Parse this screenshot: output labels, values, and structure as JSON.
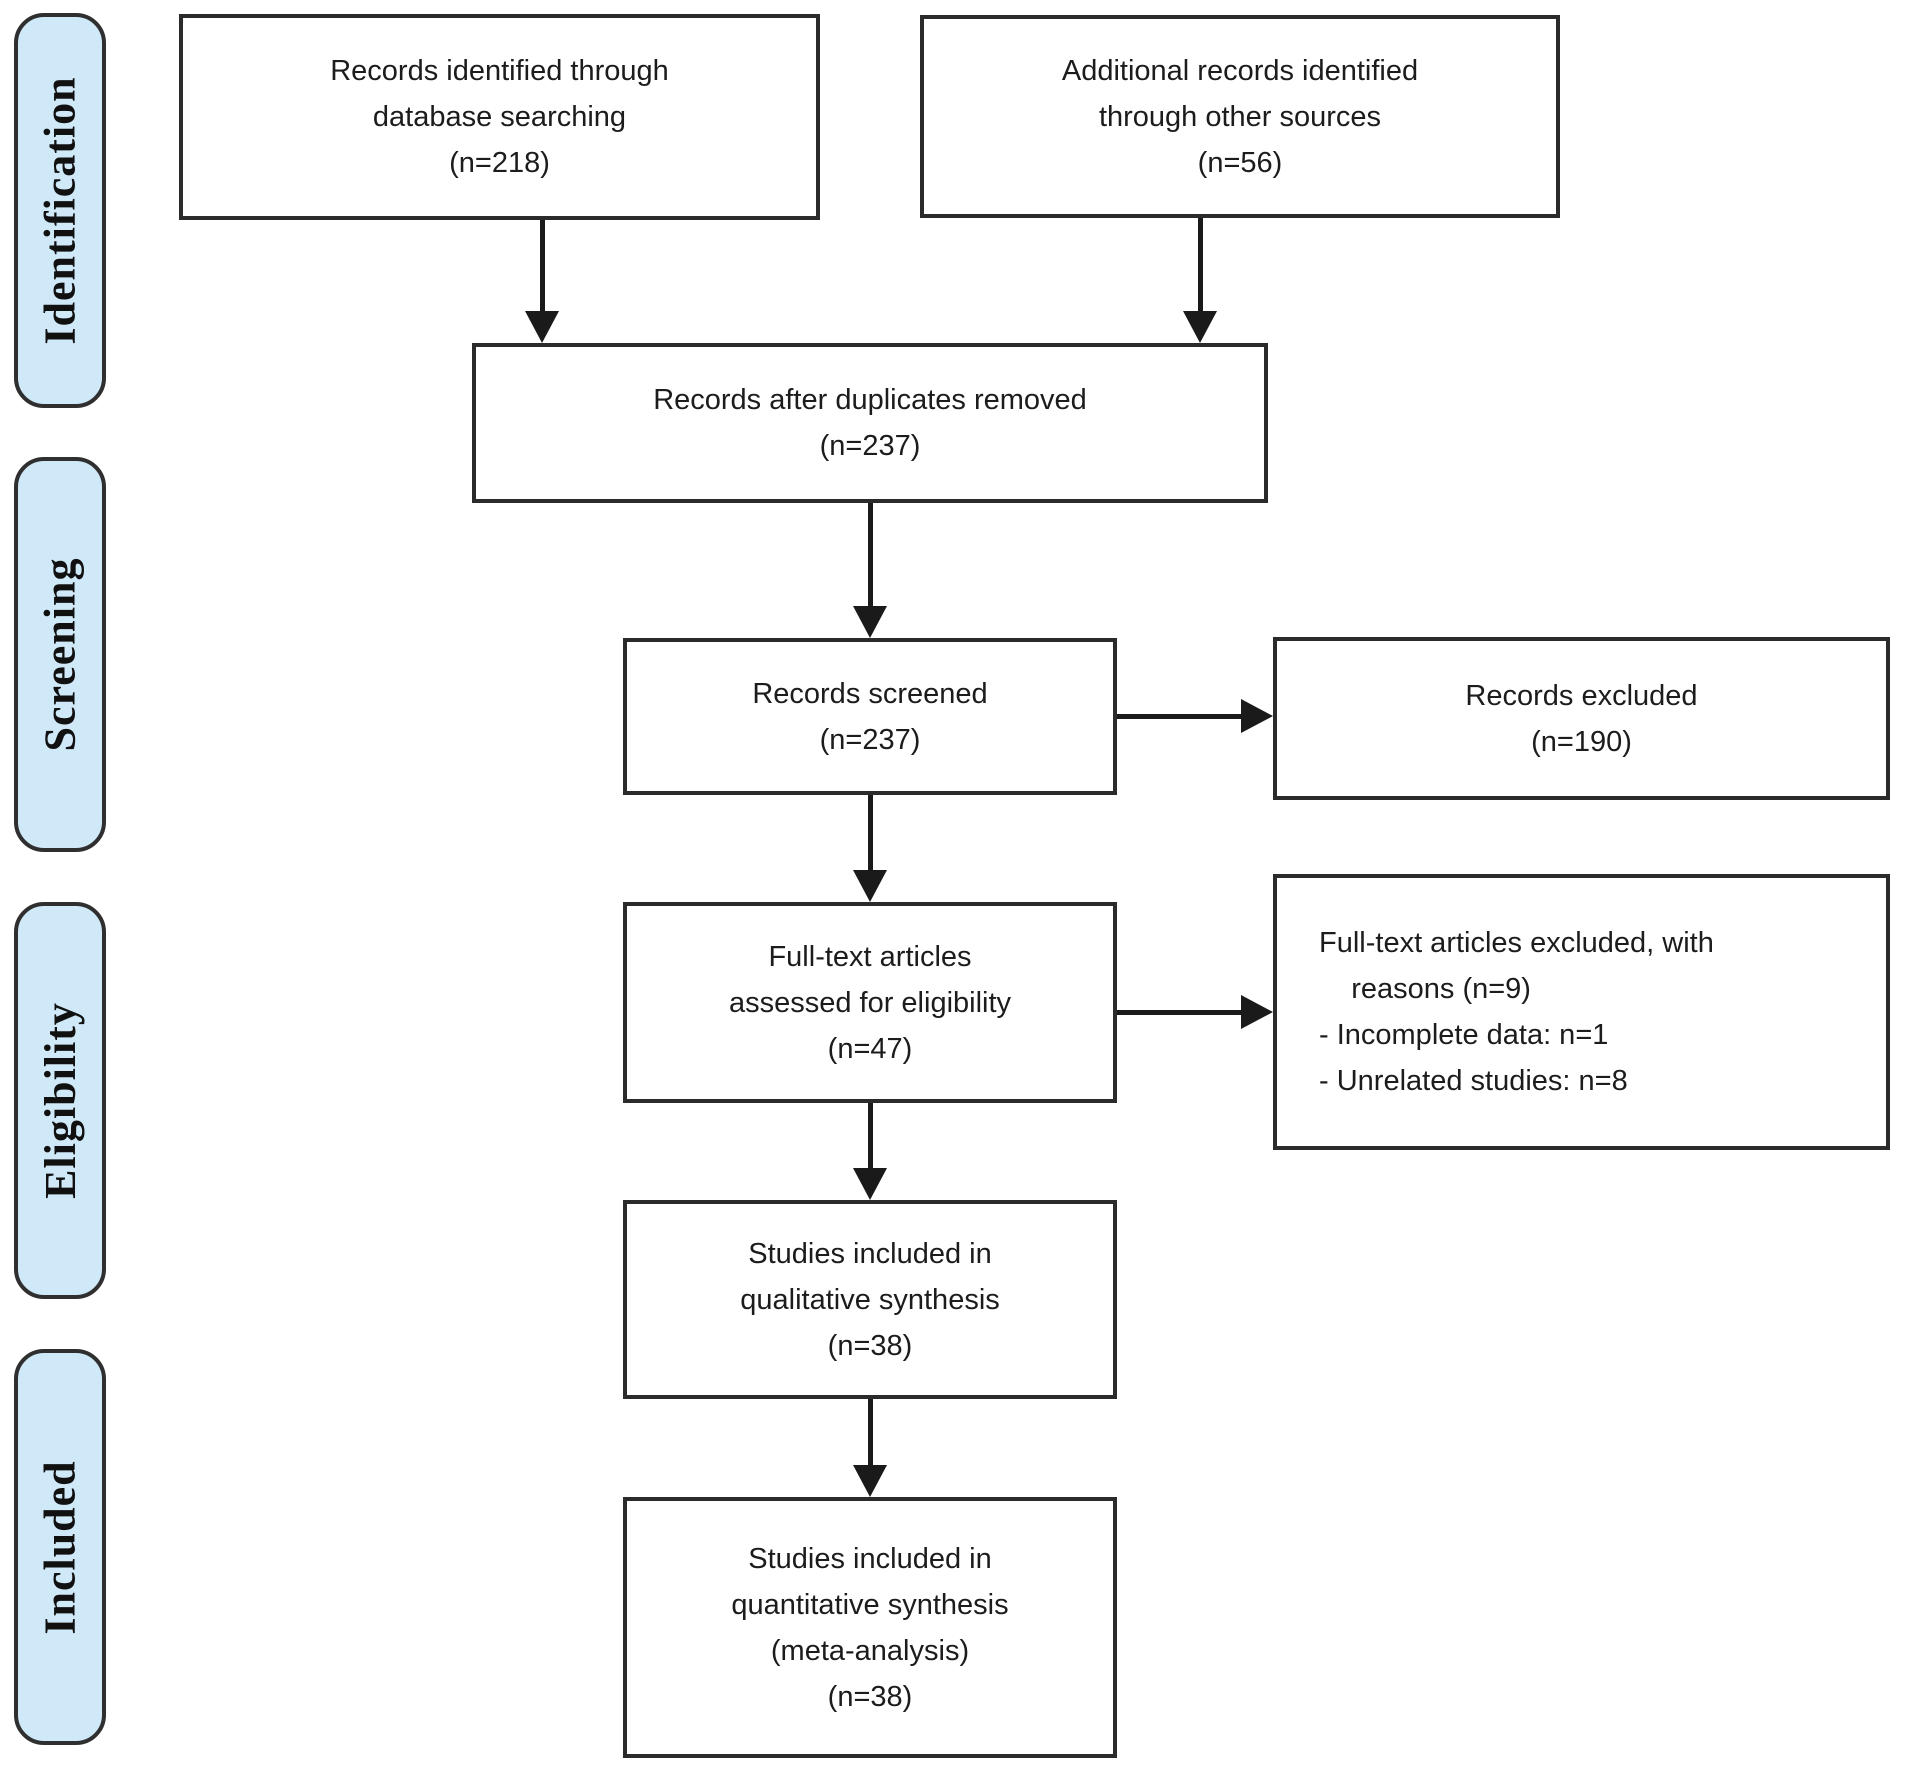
{
  "diagram": {
    "stages": [
      {
        "label": "Identification"
      },
      {
        "label": "Screening"
      },
      {
        "label": "Eligibility"
      },
      {
        "label": "Included"
      }
    ],
    "boxes": {
      "identified": {
        "text": "Records identified through\ndatabase searching\n(n=218)"
      },
      "additional": {
        "text": "Additional records identified\nthrough other sources\n(n=56)"
      },
      "deduplicated": {
        "text": "Records after duplicates removed\n(n=237)"
      },
      "screened": {
        "text": "Records screened\n(n=237)"
      },
      "excluded": {
        "text": "Records excluded\n(n=190)"
      },
      "fulltext": {
        "text": "Full-text articles\nassessed for eligibility\n(n=47)"
      },
      "fulltext_excluded": {
        "text": "Full-text articles excluded, with\n    reasons (n=9)\n- Incomplete data: n=1\n- Unrelated studies: n=8"
      },
      "qualitative": {
        "text": "Studies included in\nqualitative synthesis\n(n=38)"
      },
      "quantitative": {
        "text": "Studies included in\nquantitative synthesis\n(meta-analysis)\n(n=38)"
      }
    },
    "colors": {
      "stage_fill": "#d0e9f8",
      "stage_border": "#2f2f2f",
      "box_border": "#2b2b2b",
      "arrow": "#1a1a1a",
      "text": "#1c1c1c",
      "background": "#ffffff"
    }
  }
}
